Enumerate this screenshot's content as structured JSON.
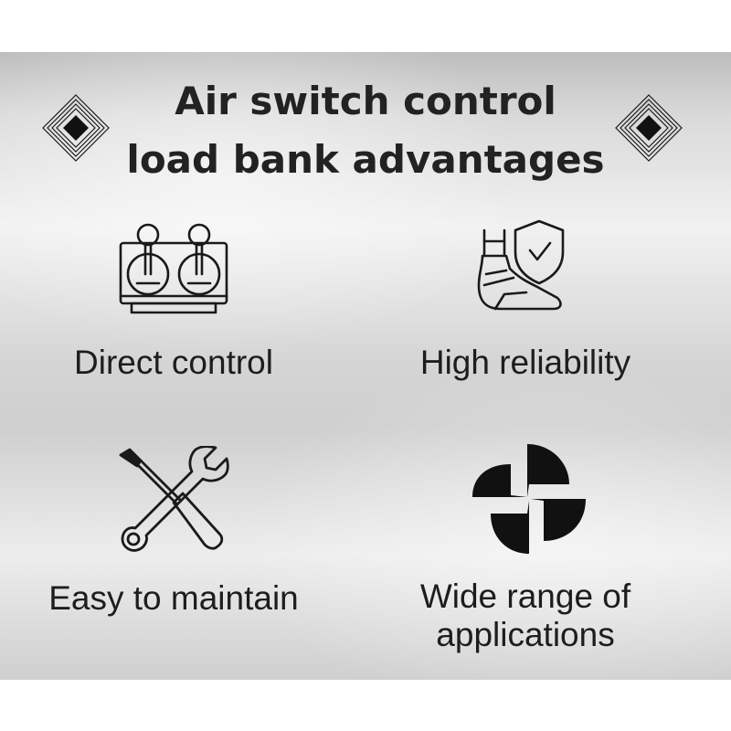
{
  "title": {
    "line1": "Air switch control",
    "line2": "load bank advantages"
  },
  "features": [
    {
      "label": "Direct control",
      "icon": "air-switch-icon"
    },
    {
      "label": "High reliability",
      "icon": "shield-check-icon"
    },
    {
      "label": "Easy to maintain",
      "icon": "wrench-screwdriver-icon"
    },
    {
      "label_line1": "Wide range of",
      "label_line2": "applications",
      "icon": "pinwheel-icon"
    }
  ],
  "colors": {
    "text": "#1d1d1d",
    "icon": "#1a1a1a",
    "panel_light": "#f1f1f1",
    "panel_dark": "#bdbdbd"
  }
}
